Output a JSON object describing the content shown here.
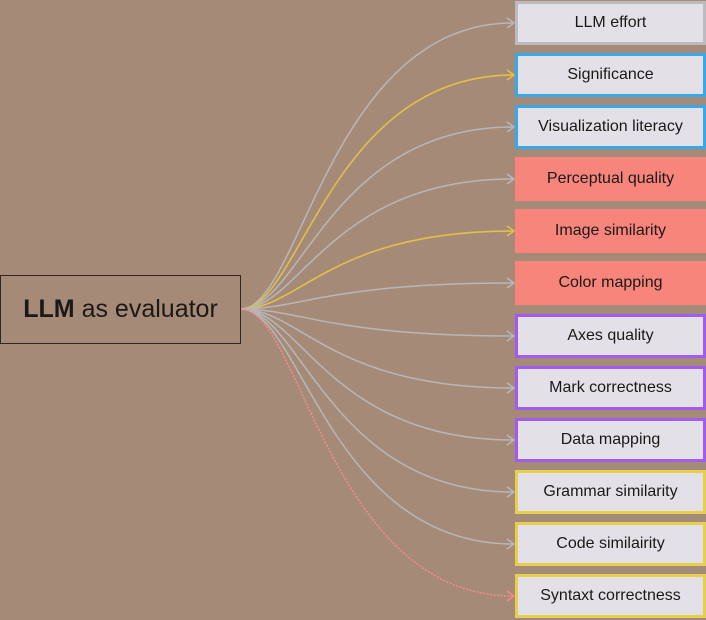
{
  "source": {
    "label_bold": "LLM",
    "label_rest": "as evaluator"
  },
  "colors": {
    "background": "#a68a78",
    "edge_default": "#b8b6b8",
    "edge_yellow": "#e0c048",
    "edge_red": "#f28a8a",
    "gray": "#e4e0e8",
    "blue": "#36a8ec",
    "red": "#f7857c",
    "purple": "#a05cf0",
    "yellow": "#e6cf4c"
  },
  "targets": [
    {
      "label": "LLM effort",
      "fill": "#e4e0e8",
      "border": "#bdbac0",
      "edge": "#b8b6b8"
    },
    {
      "label": "Significance",
      "fill": "#e4e0e8",
      "border": "#36a8ec",
      "edge": "#e0c048"
    },
    {
      "label": "Visualization literacy",
      "fill": "#e4e0e8",
      "border": "#36a8ec",
      "edge": "#b8b6b8"
    },
    {
      "label": "Perceptual quality",
      "fill": "#f7857c",
      "border": "#f7857c",
      "edge": "#b8b6b8"
    },
    {
      "label": "Image similarity",
      "fill": "#f7857c",
      "border": "#f7857c",
      "edge": "#e0c048"
    },
    {
      "label": "Color mapping",
      "fill": "#f7857c",
      "border": "#f7857c",
      "edge": "#b8b6b8"
    },
    {
      "label": "Axes quality",
      "fill": "#e4e0e8",
      "border": "#a05cf0",
      "edge": "#b8b6b8"
    },
    {
      "label": "Mark correctness",
      "fill": "#e4e0e8",
      "border": "#a05cf0",
      "edge": "#b8b6b8"
    },
    {
      "label": "Data mapping",
      "fill": "#e4e0e8",
      "border": "#a05cf0",
      "edge": "#b8b6b8"
    },
    {
      "label": "Grammar similarity",
      "fill": "#e4e0e8",
      "border": "#e6cf4c",
      "edge": "#b8b6b8"
    },
    {
      "label": "Code similairity",
      "fill": "#e4e0e8",
      "border": "#e6cf4c",
      "edge": "#b8b6b8"
    },
    {
      "label": "Syntaxt correctness",
      "fill": "#e4e0e8",
      "border": "#e6cf4c",
      "edge": "#f28a8a"
    }
  ]
}
